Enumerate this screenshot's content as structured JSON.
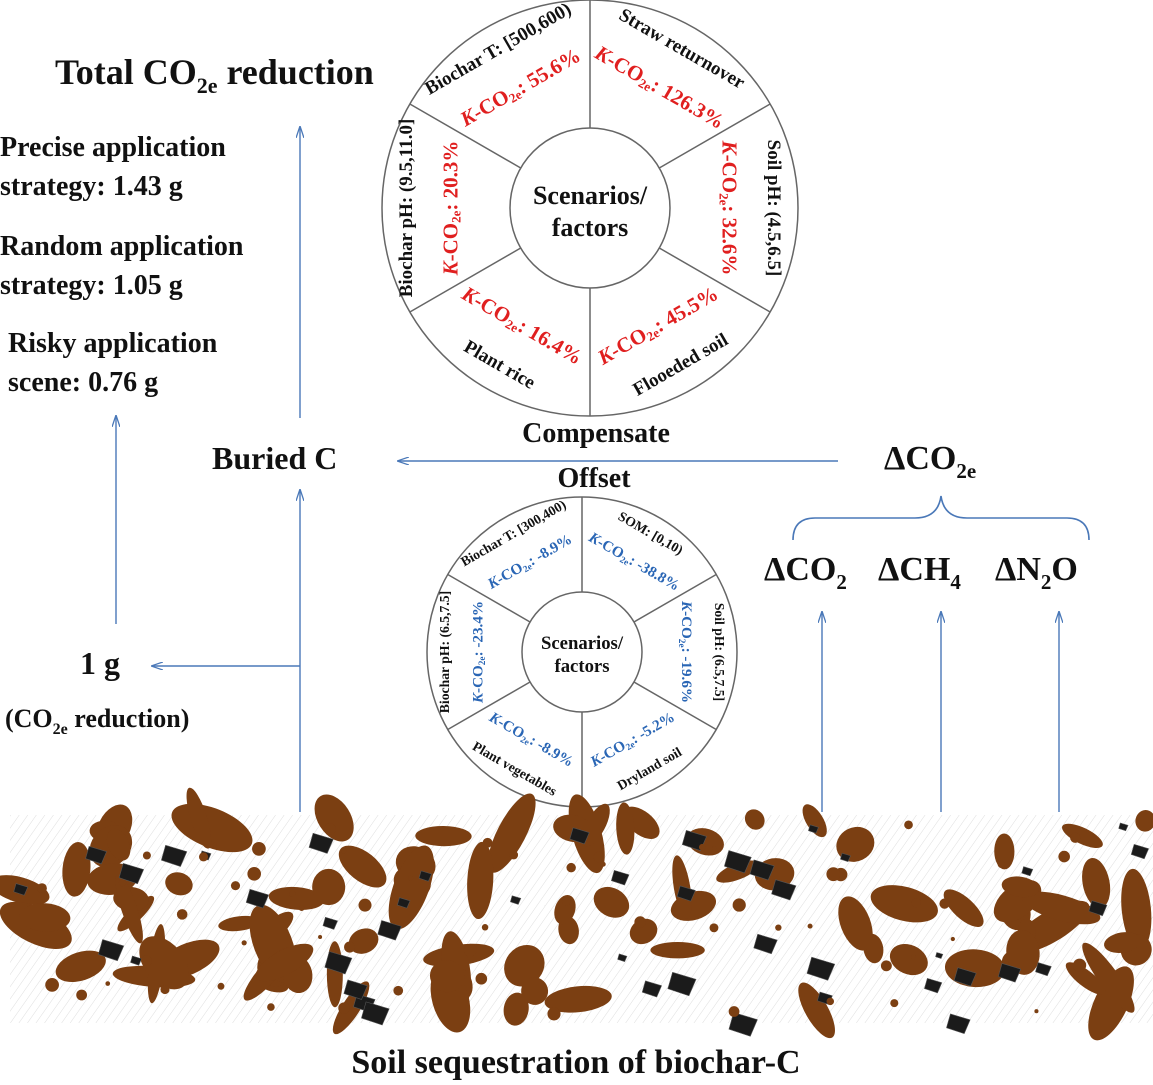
{
  "title": {
    "main": "Total CO",
    "sub": "2e",
    "rest": " reduction"
  },
  "strategies": [
    {
      "line1": "Precise application",
      "line2": "strategy: 1.43 g"
    },
    {
      "line1": "Random application",
      "line2": "strategy: 1.05 g"
    },
    {
      "line1": "Risky application",
      "line2": "scene: 0.76 g"
    }
  ],
  "buried_c": "Buried C",
  "compensate": "Compensate",
  "offset": "Offset",
  "delta_co2e": {
    "main": "ΔCO",
    "sub": "2e"
  },
  "gases": [
    {
      "main": "ΔCO",
      "sub": "2",
      "tail": ""
    },
    {
      "main": "ΔCH",
      "sub": "4",
      "tail": ""
    },
    {
      "main": "ΔN",
      "sub": "2",
      "tail": "O"
    }
  ],
  "one_gram": "1 g",
  "co2e_reduction": {
    "open": "(CO",
    "sub": "2e",
    "close": " reduction)"
  },
  "bottom_caption": "Soil sequestration of biochar-C",
  "top_wheel": {
    "center_line1": "Scenarios/",
    "center_line2": "factors",
    "k_prefix": "K",
    "k_mid": "-CO",
    "k_sub": "2e",
    "segments": [
      {
        "label": "Straw returnover",
        "value": ": 126.3%"
      },
      {
        "label": "Soil pH: (4.5,6.5]",
        "value": ": 32.6%"
      },
      {
        "label": "Flooeded soil",
        "value": ": 45.5%"
      },
      {
        "label": "Plant rice",
        "value": ": 16.4%"
      },
      {
        "label": "Biochar pH: (9.5,11.0]",
        "value": ": 20.3%"
      },
      {
        "label": "Biochar T: [500,600)",
        "value": ": 55.6%"
      }
    ]
  },
  "bottom_wheel": {
    "center_line1": "Scenarios/",
    "center_line2": "factors",
    "k_prefix": "K",
    "k_mid": "-CO",
    "k_sub": "2e",
    "segments": [
      {
        "label": "SOM: [0,10)",
        "value": ": -38.8%"
      },
      {
        "label": "Soil pH: (6.5,7.5]",
        "value": ": -19.6%"
      },
      {
        "label": "Dryland soil",
        "value": ": -5.2%"
      },
      {
        "label": "Plant vegetables",
        "value": ": -8.9%"
      },
      {
        "label": "Biochar pH: (6.5,7.5]",
        "value": ": -23.4%"
      },
      {
        "label": "Biochar T: [300,400)",
        "value": ": -8.9%"
      }
    ]
  },
  "colors": {
    "arrow": "#4a78b8",
    "soil": "#7b3f12",
    "positive": "#e01f1f",
    "negative": "#2a66b5"
  }
}
